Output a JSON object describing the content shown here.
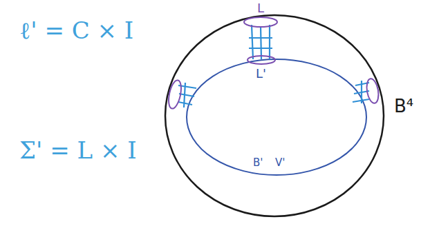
{
  "diagram": {
    "labels": [
      "ℓ' = C × I",
      "Σ' = L × I",
      "L",
      "L'",
      "B⁴",
      "B'",
      "V'"
    ]
  }
}
